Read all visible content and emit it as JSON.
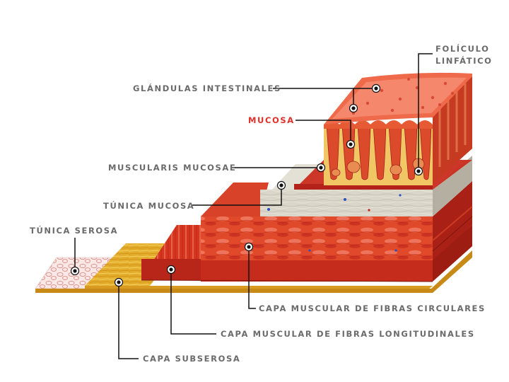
{
  "labels": {
    "foliculo_1": "FOLÍCULO",
    "foliculo_2": "LINFÁTICO",
    "glandulas": "GLÁNDULAS INTESTINALES",
    "mucosa": "MUCOSA",
    "muscularis": "MUSCULARIS MUCOSAE",
    "tunica_mucosa": "TÚNICA MUCOSA",
    "tunica_serosa": "TÚNICA SEROSA",
    "capa_circulares": "CAPA MUSCULAR DE FIBRAS CIRCULARES",
    "capa_longitudinales": "CAPA MUSCULAR DE FIBRAS LONGITUDINALES",
    "capa_subserosa": "CAPA SUBSEROSA"
  },
  "colors": {
    "label_gray": "#6b6b6b",
    "accent_red": "#e0302a",
    "leader_line": "#111111"
  }
}
